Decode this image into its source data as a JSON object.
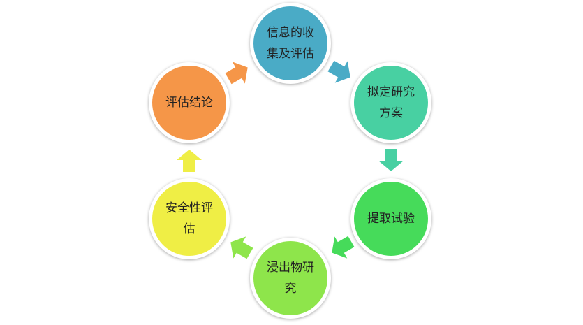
{
  "steps": [
    {
      "lines": [
        "信息的收",
        "集及评估"
      ],
      "color": "#4aabc6"
    },
    {
      "lines": [
        "拟定研究",
        "方案"
      ],
      "color": "#48d0a2"
    },
    {
      "lines": [
        "提取试验"
      ],
      "color": "#46db5a"
    },
    {
      "lines": [
        "浸出物研",
        "究"
      ],
      "color": "#8ee54b"
    },
    {
      "lines": [
        "安全性评",
        "估"
      ],
      "color": "#efee45"
    },
    {
      "lines": [
        "评估结论"
      ],
      "color": "#f59648"
    }
  ]
}
